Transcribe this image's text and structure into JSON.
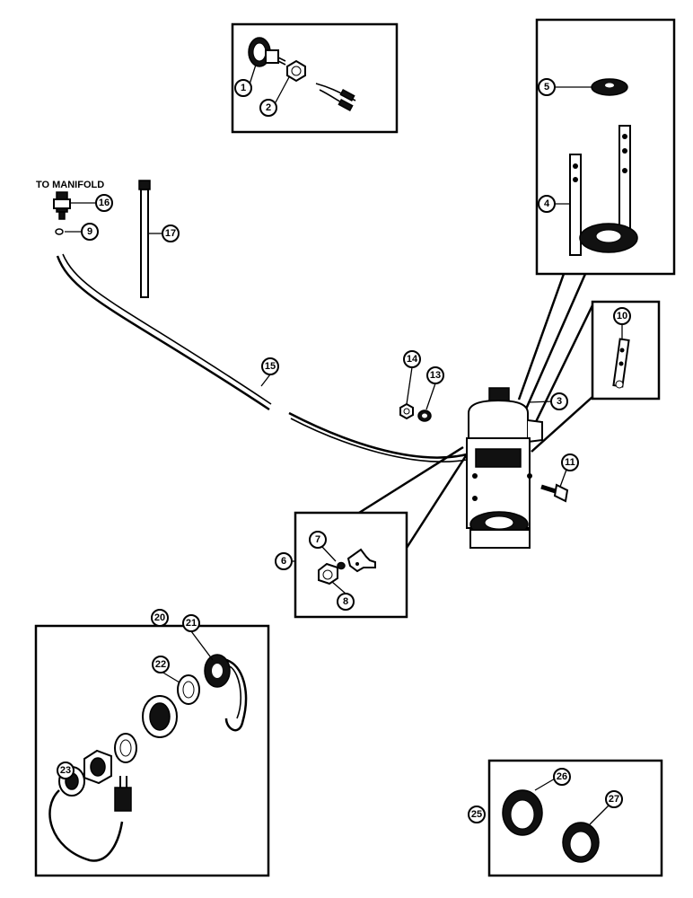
{
  "labels": {
    "to_manifold": "TO MANIFOLD"
  },
  "callouts": {
    "c1": "1",
    "c2": "2",
    "c3": "3",
    "c4": "4",
    "c5": "5",
    "c6": "6",
    "c7": "7",
    "c8": "8",
    "c9": "9",
    "c10": "10",
    "c11": "11",
    "c13": "13",
    "c14": "14",
    "c15": "15",
    "c16": "16",
    "c17": "17",
    "c20": "20",
    "c21": "21",
    "c22": "22",
    "c23": "23",
    "c25": "25",
    "c26": "26",
    "c27": "27"
  }
}
